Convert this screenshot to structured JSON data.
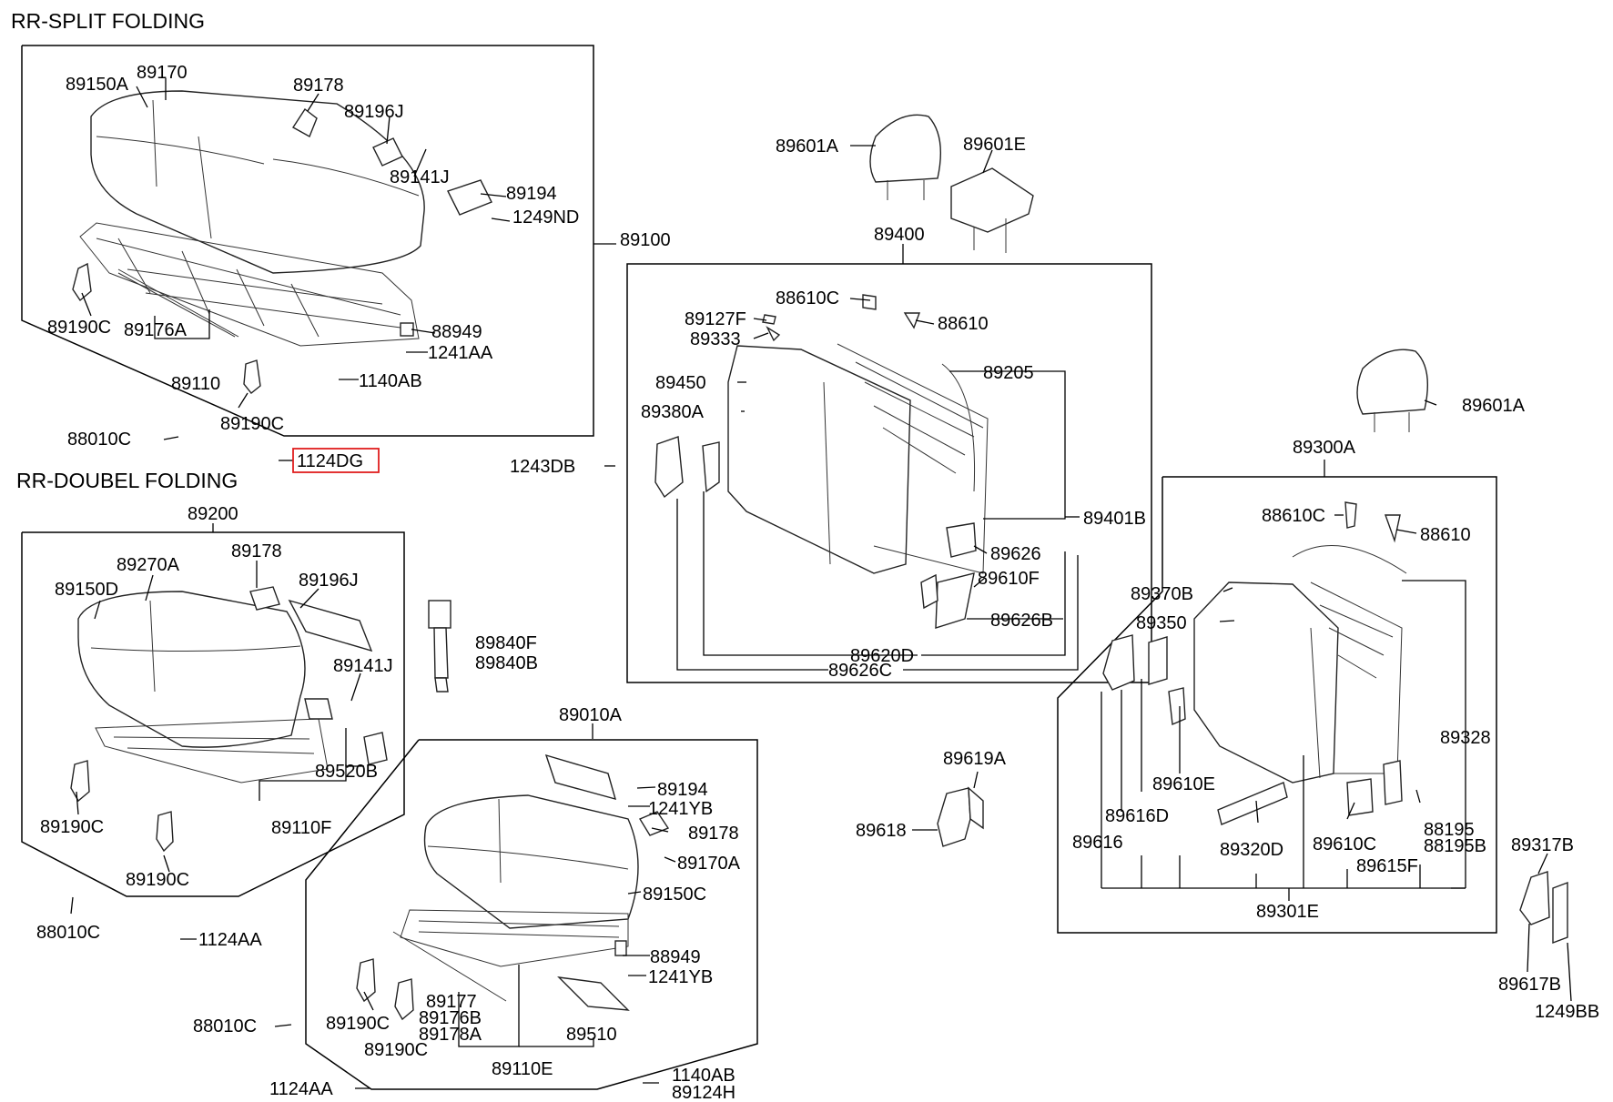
{
  "sections": {
    "split_title": "RR-SPLIT FOLDING",
    "double_title": "RR-DOUBEL FOLDING"
  },
  "highlight_color": "#e01e1e",
  "labels": {
    "l89150A": "89150A",
    "l89170": "89170",
    "l89178a": "89178",
    "l89196Ja": "89196J",
    "l89141Ja": "89141J",
    "l89194a": "89194",
    "l1249NDa": "1249ND",
    "l89100": "89100",
    "l89190Ca": "89190C",
    "l89176Aa": "89176A",
    "l88949a": "88949",
    "l1241AAa": "1241AA",
    "l89110": "89110",
    "l1140ABa": "1140AB",
    "l89190Cb": "89190C",
    "l88010Ca": "88010C",
    "l1124DG": "1124DG",
    "l89200": "89200",
    "l89270A": "89270A",
    "l89178b": "89178",
    "l89150D": "89150D",
    "l89196Jb": "89196J",
    "l89141Jb": "89141J",
    "l89520B": "89520B",
    "l89190Cc": "89190C",
    "l89110F": "89110F",
    "l89190Cd": "89190C",
    "l88010Cb": "88010C",
    "l1124AAa": "1124AA",
    "l89840F": "89840F",
    "l89840B": "89840B",
    "l89010A": "89010A",
    "l89194b": "89194",
    "l1241YBa": "1241YB",
    "l89178c": "89178",
    "l89170A": "89170A",
    "l89150C": "89150C",
    "l88949b": "88949",
    "l1241YBb": "1241YB",
    "l89177": "89177",
    "l89176B": "89176B",
    "l89178A": "89178A",
    "l89510": "89510",
    "l89190Ce": "89190C",
    "l89190Cf": "89190C",
    "l88010Cc": "88010C",
    "l89110E": "89110E",
    "l1140ABb": "1140AB",
    "l89124H": "89124H",
    "l1124AAb": "1124AA",
    "l89601Aa": "89601A",
    "l89601E": "89601E",
    "l89400": "89400",
    "l88610Ca": "88610C",
    "l88610a": "88610",
    "l89127F": "89127F",
    "l89333": "89333",
    "l89205": "89205",
    "l89450": "89450",
    "l89380A": "89380A",
    "l1243DB": "1243DB",
    "l89401B": "89401B",
    "l89626": "89626",
    "l89610Fa": "89610F",
    "l89626B": "89626B",
    "l89620D": "89620D",
    "l89626C": "89626C",
    "l89619A": "89619A",
    "l89618": "89618",
    "l89601Ab": "89601A",
    "l89300A": "89300A",
    "l88610Cb": "88610C",
    "l88610b": "88610",
    "l89370B": "89370B",
    "l89350": "89350",
    "l89328": "89328",
    "l89610E": "89610E",
    "l89616D": "89616D",
    "l89616": "89616",
    "l89320D": "89320D",
    "l89610C": "89610C",
    "l88195": "88195",
    "l88195B": "88195B",
    "l89615F": "89615F",
    "l89301E": "89301E",
    "l89317B": "89317B",
    "l89617B": "89617B",
    "l1249BB": "1249BB"
  }
}
